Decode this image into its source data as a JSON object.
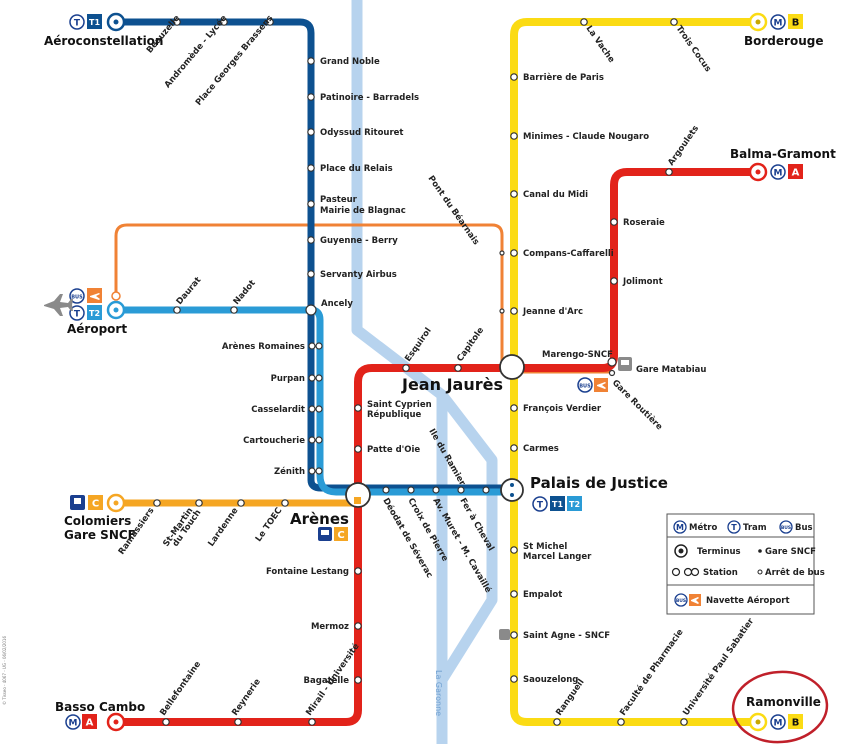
{
  "colors": {
    "metro_a": "#e2231a",
    "metro_b": "#fbdb14",
    "tram_t1": "#0d5190",
    "tram_t2": "#2a9bd6",
    "line_c": "#f5a623",
    "shuttle": "#f08235",
    "river": "#b7d3ee",
    "circle_ink": "#1a3f8f"
  },
  "badges": {
    "metro": "M",
    "tram": "T",
    "bus": "BUS",
    "a": "A",
    "b": "B",
    "c": "C",
    "t1": "T1",
    "t2": "T2"
  },
  "river_label": "La Garonne",
  "hubs": {
    "jean_jaures": "Jean Jaurès",
    "palais": "Palais de Justice",
    "arenes": "Arènes"
  },
  "termini": {
    "aeroconstellation": "Aéroconstellation",
    "aeroport": "Aéroport",
    "colomiers_1": "Colomiers",
    "colomiers_2": "Gare SNCF",
    "basso_cambo": "Basso Cambo",
    "balma": "Balma-Gramont",
    "borderouge": "Borderouge",
    "ramonville": "Ramonville",
    "gare_matabiau": "Gare Matabiau"
  },
  "stations": {
    "beauzelle": "Beauzelle",
    "andromede": "Andromède - Lycée",
    "place_brassens": "Place Georges Brassens",
    "grand_noble": "Grand Noble",
    "patinoire": "Patinoire - Barradels",
    "odyssud": "Odyssud Ritouret",
    "place_relais": "Place du Relais",
    "pasteur_1": "Pasteur",
    "pasteur_2": "Mairie de Blagnac",
    "guyenne": "Guyenne - Berry",
    "servanty": "Servanty Airbus",
    "ancely": "Ancely",
    "daurat": "Daurat",
    "nadot": "Nadot",
    "arenes_romaines": "Arènes Romaines",
    "purpan": "Purpan",
    "casselardit": "Casselardit",
    "cartoucherie": "Cartoucherie",
    "zenith": "Zénith",
    "ramassiers": "Ramassiers",
    "st_martin_1": "St-Martin",
    "st_martin_2": "du Touch",
    "lardenne": "Lardenne",
    "le_tourc": "Le TOEC",
    "esquirol": "Esquirol",
    "capitole": "Capitole",
    "marengo": "Marengo-SNCF",
    "gare_routiere": "Gare Routière",
    "saint_cyprien_1": "Saint Cyprien",
    "saint_cyprien_2": "République",
    "patte_oie": "Patte d'Oie",
    "fontaine_lestang": "Fontaine Lestang",
    "mermoz": "Mermoz",
    "bagatelle": "Bagatelle",
    "mirail": "Mirail - Université",
    "reynerie": "Reynerie",
    "bellefontaine": "Bellefontaine",
    "deodat": "Déodat de Séverac",
    "croix_pierre": "Croix de Pierre",
    "av_muret": "Av. Muret - M. Cavaillé",
    "fer_cheval": "Fer à Cheval",
    "ile_ramier": "Ile du Ramier",
    "pont_bearnais": "Pont du Béarnais",
    "la_vache": "La Vache",
    "trois_cocus": "Trois Cocus",
    "barriere_paris": "Barrière de Paris",
    "minimes": "Minimes - Claude Nougaro",
    "canal_midi": "Canal du Midi",
    "compans": "Compans-Caffarelli",
    "jeanne_arc": "Jeanne d'Arc",
    "francois_verdier": "François Verdier",
    "carmes": "Carmes",
    "st_michel_1": "St Michel",
    "st_michel_2": "Marcel Langer",
    "empalot": "Empalot",
    "saint_agne": "Saint Agne - SNCF",
    "saouzelong": "Saouzelong",
    "rangueil": "Rangueil",
    "faculte_pharmacie": "Faculté de Pharmacie",
    "universite_sabatier": "Université Paul Sabatier",
    "argoulets": "Argoulets",
    "roseraie": "Roseraie",
    "jolimont": "Jolimont"
  },
  "legend": {
    "metro": "Métro",
    "tram": "Tram",
    "bus": "Bus",
    "terminus": "Terminus",
    "gare_sncf": "Gare SNCF",
    "station": "Station",
    "arret_bus": "Arrêt de bus",
    "navette": "Navette Aéroport"
  },
  "copyright": "© Tisseo - 4067 - UG - 06/02/2016"
}
